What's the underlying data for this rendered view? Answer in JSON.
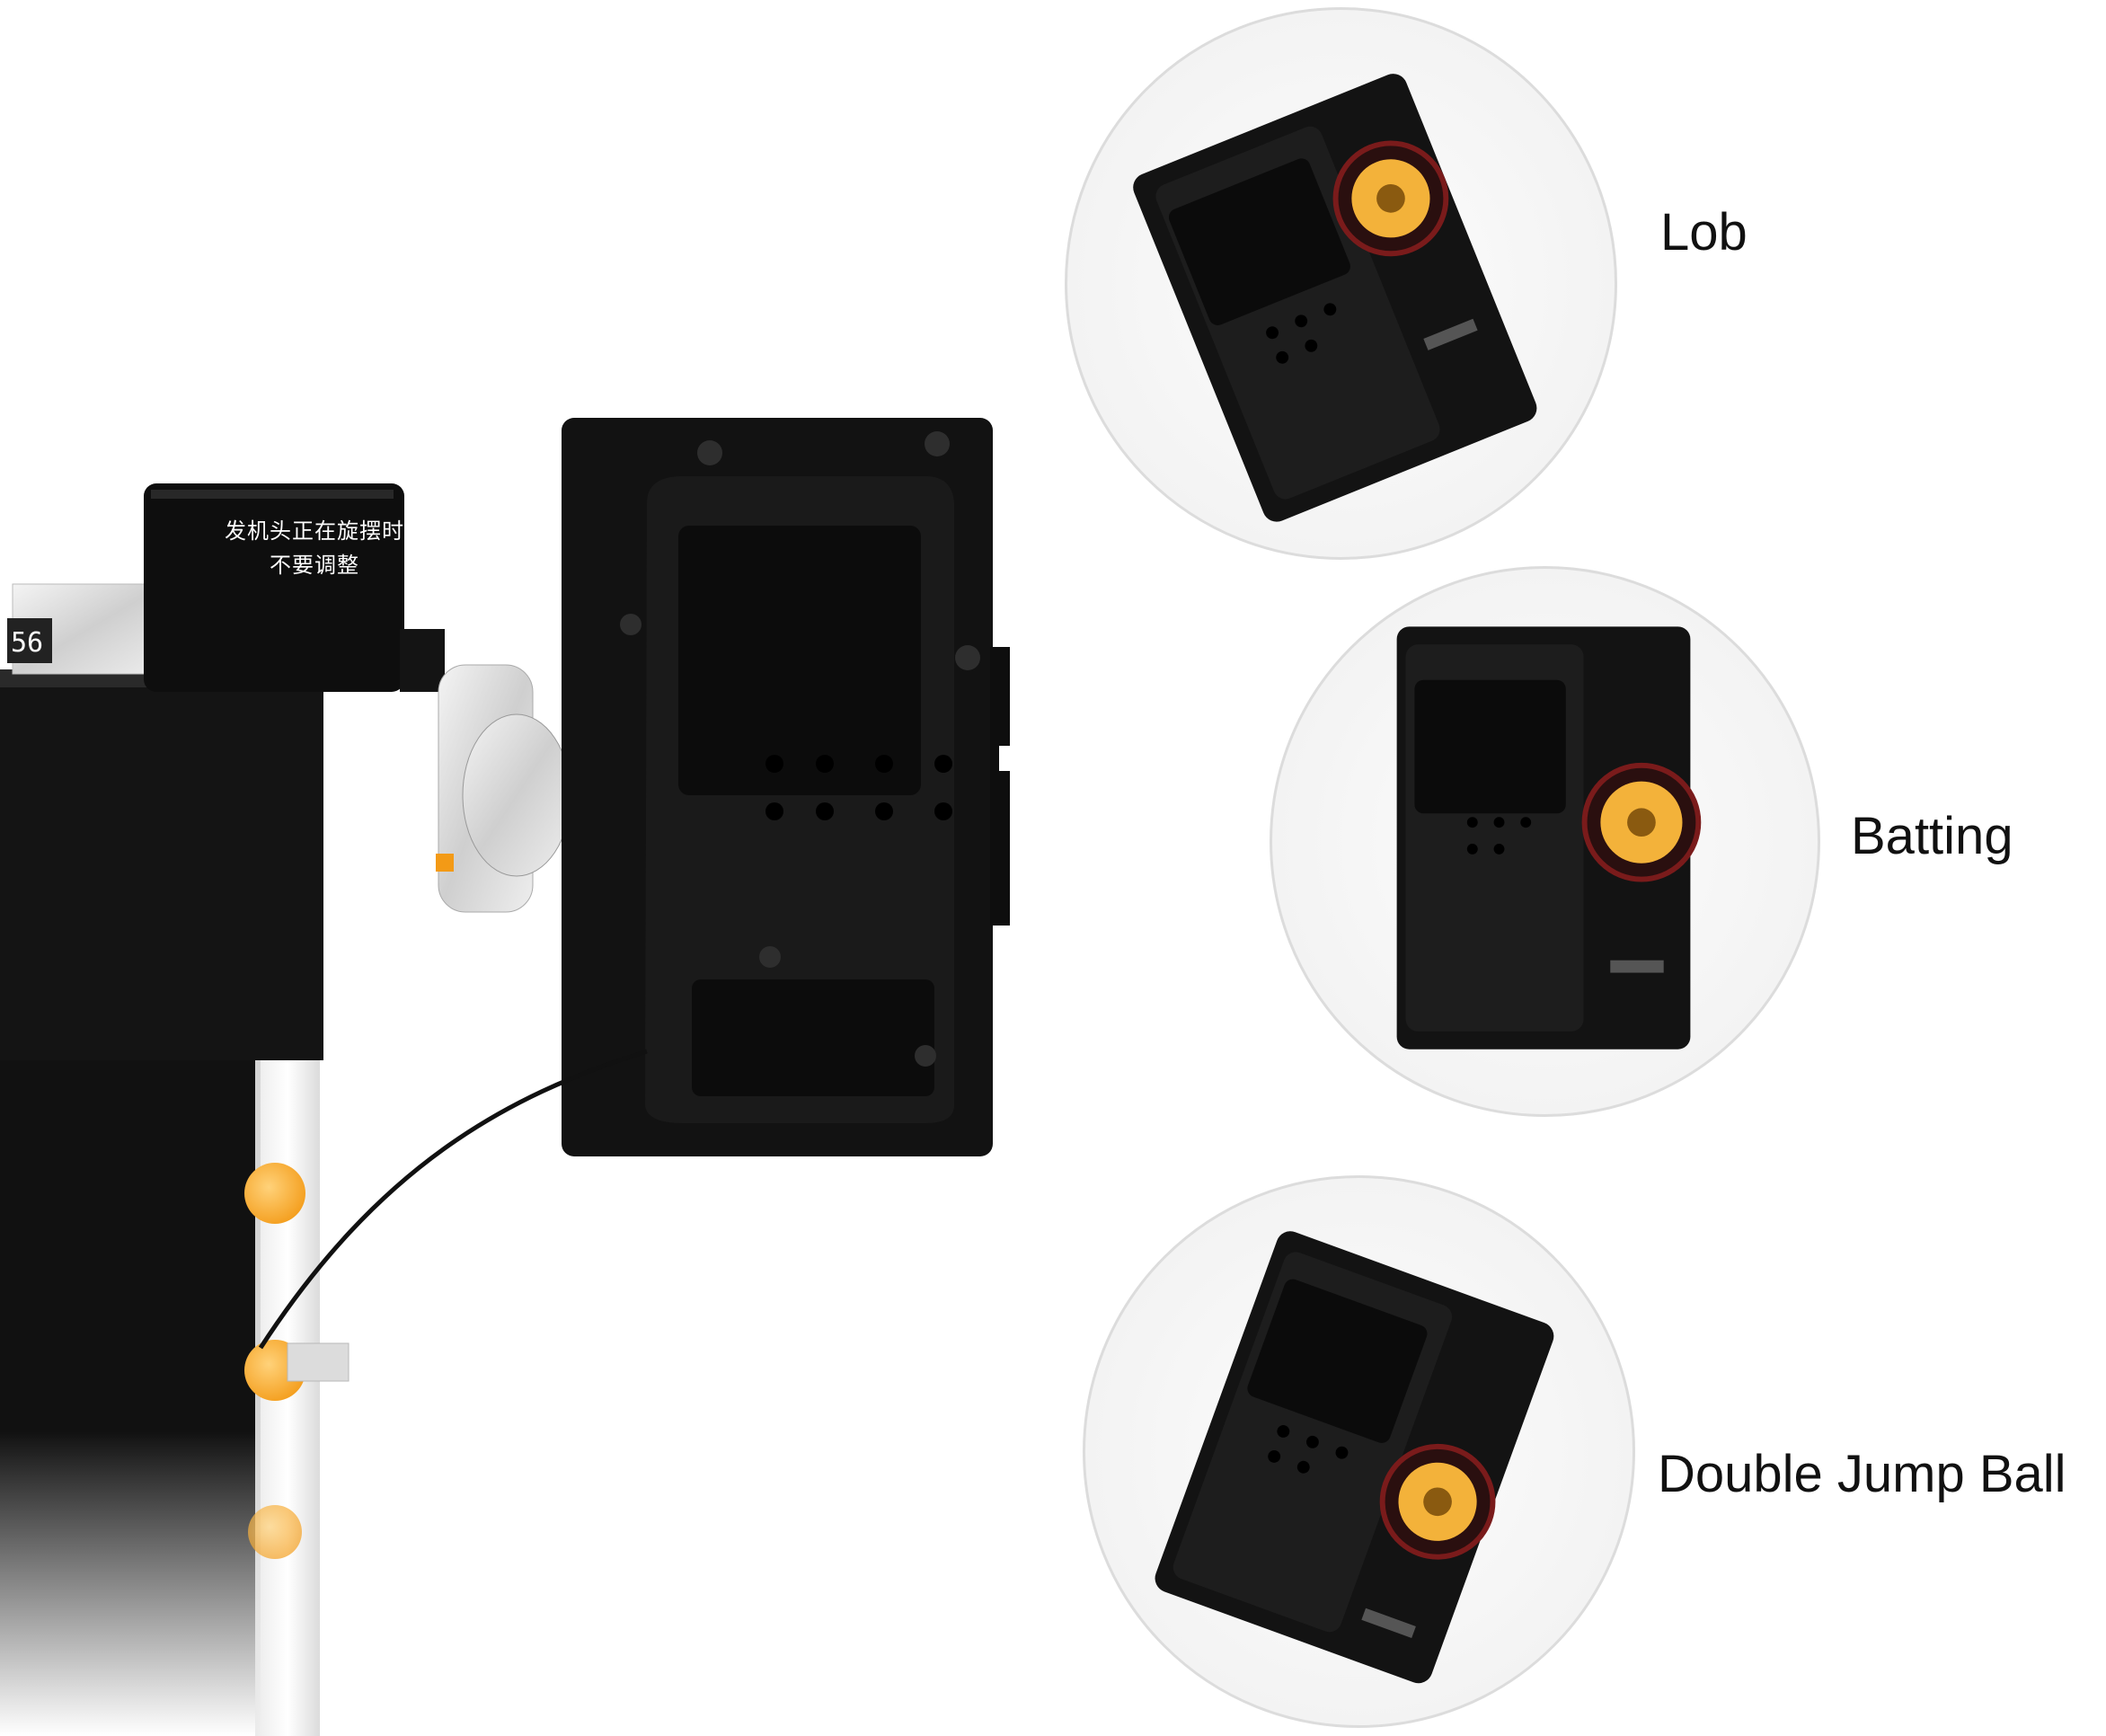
{
  "product_photo": {
    "housing_text_line1": "发机头正在旋摆时",
    "housing_text_line2": "不要调整",
    "counter_digits": "56"
  },
  "spin_modes": [
    {
      "label": "Lob"
    },
    {
      "label": "Batting"
    },
    {
      "label": "Double Jump Ball"
    }
  ],
  "colors": {
    "body": "#121212",
    "ball": "#f5a623",
    "background": "#ffffff"
  }
}
